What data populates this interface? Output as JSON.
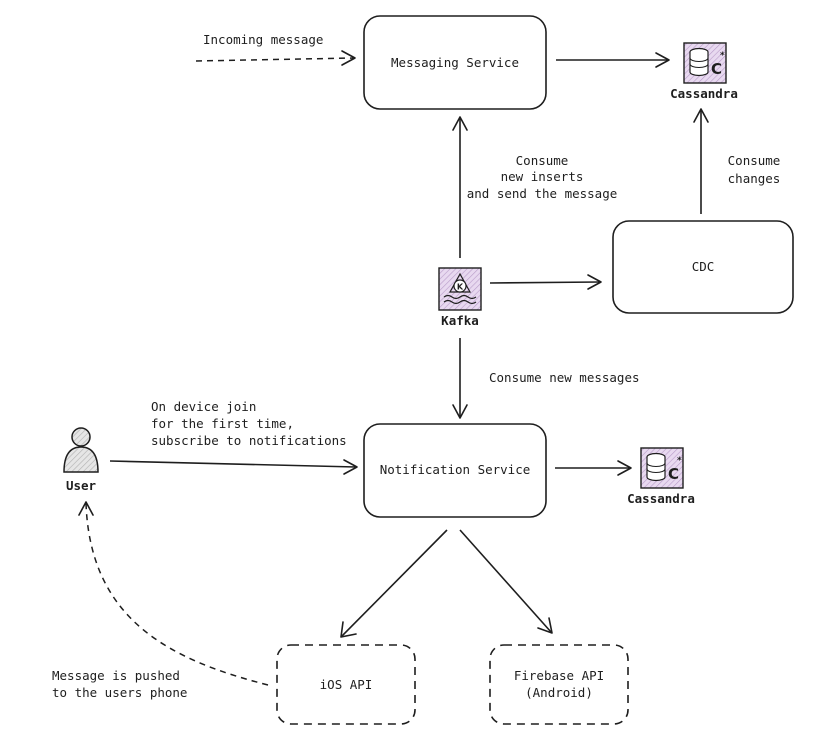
{
  "nodes": {
    "messaging_service": "Messaging Service",
    "cassandra_top": "Cassandra",
    "cdc": "CDC",
    "kafka": "Kafka",
    "notification_service": "Notification Service",
    "cassandra_bottom": "Cassandra",
    "user": "User",
    "ios_api": "iOS API",
    "firebase_api_line1": "Firebase API",
    "firebase_api_line2": "(Android)"
  },
  "edges": {
    "incoming_message": "Incoming message",
    "consume_inserts": [
      "Consume",
      "new inserts",
      "and send the message"
    ],
    "consume_changes": [
      "Consume",
      "changes"
    ],
    "consume_new_messages": "Consume new messages",
    "device_join": [
      "On device join",
      "for the first time,",
      "subscribe to notifications"
    ],
    "message_pushed": [
      "Message is pushed",
      "to the users phone"
    ]
  },
  "colors": {
    "ink": "#1e1e1e",
    "icon_fill": "#e8d9f0",
    "icon_hatch": "#b89cc8",
    "user_fill": "#d9d9d9"
  },
  "icons": {
    "cassandra": "cassandra-database-icon",
    "kafka": "kafka-icon",
    "user": "user-person-icon"
  }
}
